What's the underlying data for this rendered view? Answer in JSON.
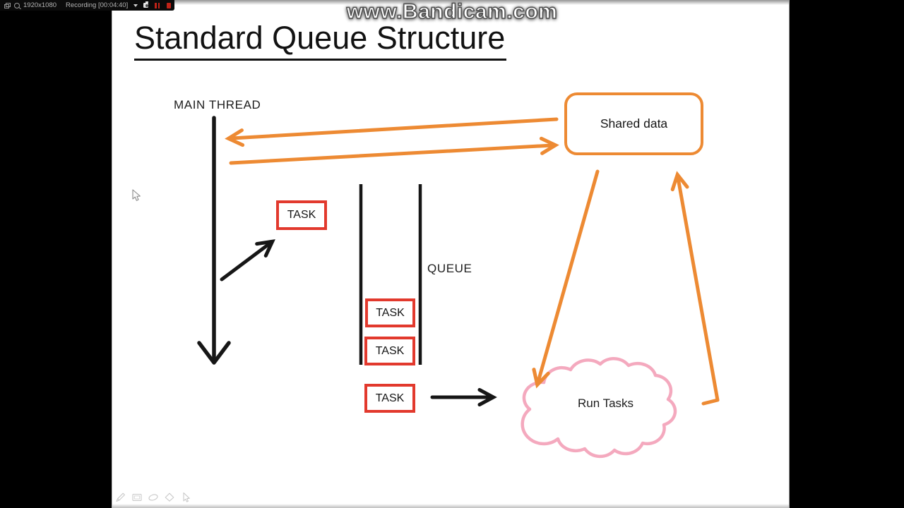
{
  "recorder_bar": {
    "resolution": "1920x1080",
    "status": "Recording [00:04:40]",
    "icons": {
      "attach": "window-overlap-icon",
      "zoom": "magnifier-icon",
      "menu": "chevron-down-icon",
      "screenshot": "camera-icon",
      "pause": "pause-icon",
      "stop": "record-stop-icon"
    }
  },
  "watermark": {
    "text": "www.Bandicam.com"
  },
  "slide": {
    "title": "Standard Queue Structure",
    "main_thread_label": "MAIN THREAD",
    "queue_label": "QUEUE",
    "shared_data_label": "Shared data",
    "run_tasks_label": "Run Tasks",
    "task_label": "TASK",
    "colors": {
      "accent_orange": "#ed8a33",
      "task_red": "#e2392d",
      "cloud_pink": "#f4a9be",
      "ink_black": "#161616"
    }
  },
  "annotation_toolbar": {
    "icons": [
      "pencil-icon",
      "slideshow-frame-icon",
      "highlighter-icon",
      "eraser-icon",
      "pointer-icon"
    ]
  }
}
